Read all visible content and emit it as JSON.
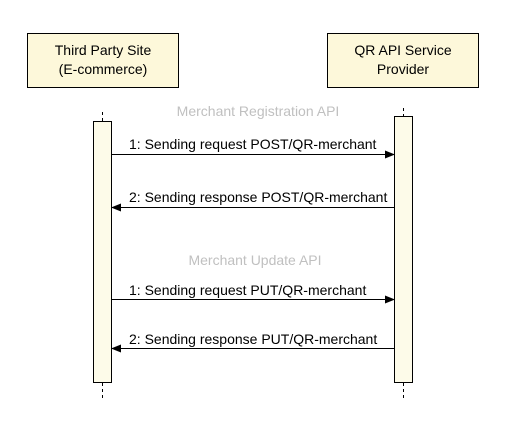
{
  "participants": {
    "left": {
      "line1": "Third Party Site",
      "line2": "(E-commerce)"
    },
    "right": {
      "line1": "QR API Service",
      "line2": "Provider"
    }
  },
  "sections": {
    "registration": "Merchant Registration API",
    "update": "Merchant Update API"
  },
  "messages": {
    "reg_request": "1: Sending request POST/QR-merchant",
    "reg_response": "2: Sending response POST/QR-merchant",
    "upd_request": "1: Sending request PUT/QR-merchant",
    "upd_response": "2: Sending response PUT/QR-merchant"
  },
  "colors": {
    "box_fill": "#fdf8da",
    "activation_fill": "#fdfbe9",
    "stroke": "#000000",
    "section_text": "#c0c0c0",
    "text": "#000000"
  }
}
